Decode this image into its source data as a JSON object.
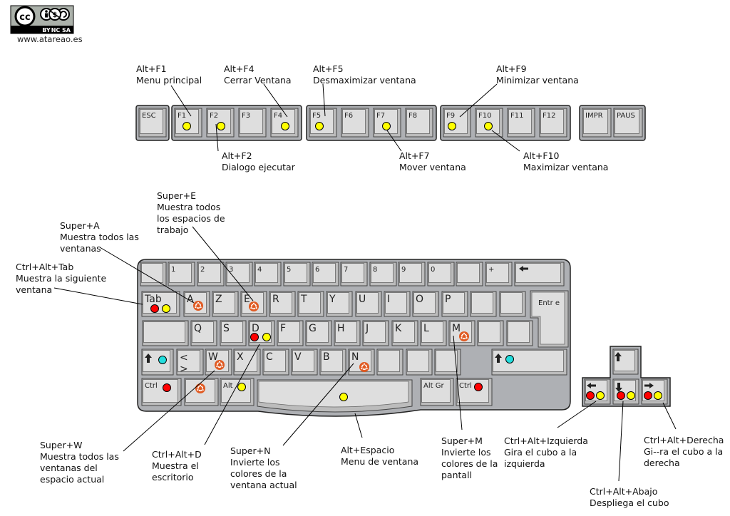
{
  "logo": {
    "cc": "cc",
    "badges": [
      "BY",
      "NC",
      "SA"
    ],
    "url": "www.atareao.es"
  },
  "keys": {
    "esc": "ESC",
    "f1": "F1",
    "f2": "F2",
    "f3": "F3",
    "f4": "F4",
    "f5": "F5",
    "f6": "F6",
    "f7": "F7",
    "f8": "F8",
    "f9": "F9",
    "f10": "F10",
    "f11": "F11",
    "f12": "F12",
    "impr": "IMPR",
    "paus": "PAUS",
    "n1": "1",
    "n2": "2",
    "n3": "3",
    "n4": "4",
    "n5": "5",
    "n6": "6",
    "n7": "7",
    "n8": "8",
    "n9": "9",
    "n0": "0",
    "plus": "+",
    "tab": "Tab",
    "a": "A",
    "z": "Z",
    "e": "E",
    "r": "R",
    "t": "T",
    "y": "Y",
    "u": "U",
    "i": "I",
    "o": "O",
    "p": "P",
    "enter": "Entr  e",
    "q": "Q",
    "s": "S",
    "d": "D",
    "f": "F",
    "g": "G",
    "h": "H",
    "j": "J",
    "k": "K",
    "l": "L",
    "m": "M",
    "lt": "<",
    "gt": ">",
    "w": "W",
    "x": "X",
    "c": "C",
    "v": "V",
    "b": "B",
    "n": "N",
    "ctrl_left": "Ctrl",
    "alt": "Alt",
    "altgr": "Alt Gr",
    "ctrl_right": "Ctrl"
  },
  "annotations": [
    {
      "id": "alt-f1",
      "lines": [
        "Alt+F1",
        "Menu principal"
      ]
    },
    {
      "id": "alt-f4",
      "lines": [
        "Alt+F4",
        "Cerrar Ventana"
      ]
    },
    {
      "id": "alt-f5",
      "lines": [
        "Alt+F5",
        "Desmaximizar ventana"
      ]
    },
    {
      "id": "alt-f9",
      "lines": [
        "Alt+F9",
        "Minimizar ventana"
      ]
    },
    {
      "id": "alt-f2",
      "lines": [
        "Alt+F2",
        "Dialogo ejecutar"
      ]
    },
    {
      "id": "alt-f7",
      "lines": [
        "Alt+F7",
        "Mover ventana"
      ]
    },
    {
      "id": "alt-f10",
      "lines": [
        "Alt+F10",
        "Maximizar ventana"
      ]
    },
    {
      "id": "super-e",
      "lines": [
        "Super+E",
        "Muestra todos",
        "los espacios de",
        "trabajo"
      ]
    },
    {
      "id": "super-a",
      "lines": [
        "Super+A",
        "Muestra todos las",
        "ventanas"
      ]
    },
    {
      "id": "ctrl-alt-tab",
      "lines": [
        "Ctrl+Alt+Tab",
        "Muestra la siguiente",
        "ventana"
      ]
    },
    {
      "id": "super-w",
      "lines": [
        "Super+W",
        "Muestra todos las",
        "ventanas del",
        "espacio actual"
      ]
    },
    {
      "id": "ctrl-alt-d",
      "lines": [
        "Ctrl+Alt+D",
        "Muestra el",
        "escritorio"
      ]
    },
    {
      "id": "super-n",
      "lines": [
        "Super+N",
        "Invierte los",
        "colores de la",
        "ventana actual"
      ]
    },
    {
      "id": "alt-espacio",
      "lines": [
        "Alt+Espacio",
        "Menu de ventana"
      ]
    },
    {
      "id": "super-m",
      "lines": [
        "Super+M",
        "Invierte los",
        "colores de la",
        "pantall"
      ]
    },
    {
      "id": "ctrl-alt-izquierda",
      "lines": [
        "Ctrl+Alt+Izquierda",
        "Gira el cubo a la",
        "izquierda"
      ]
    },
    {
      "id": "ctrl-alt-derecha",
      "lines": [
        "Ctrl+Alt+Derecha",
        "Gi--ra el cubo a la",
        "derecha"
      ]
    },
    {
      "id": "ctrl-alt-abajo",
      "lines": [
        "Ctrl+Alt+Abajo",
        "Despliega el cubo"
      ]
    }
  ],
  "colors": {
    "ctrl": "#ff0000",
    "alt": "#ffff00",
    "shift": "#22dddd",
    "super": "#e05a22",
    "keyboard": "#aeb0b4",
    "key": "#dedede"
  }
}
